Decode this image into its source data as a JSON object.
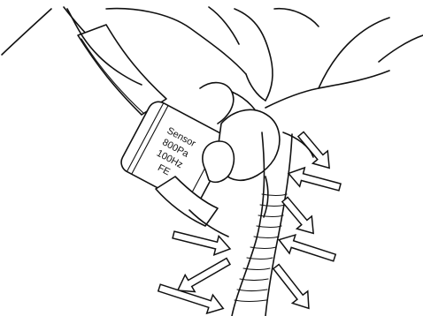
{
  "sensor_label": {
    "lines": [
      "Sensor",
      "800Pa",
      "100Hz",
      "FE"
    ]
  }
}
